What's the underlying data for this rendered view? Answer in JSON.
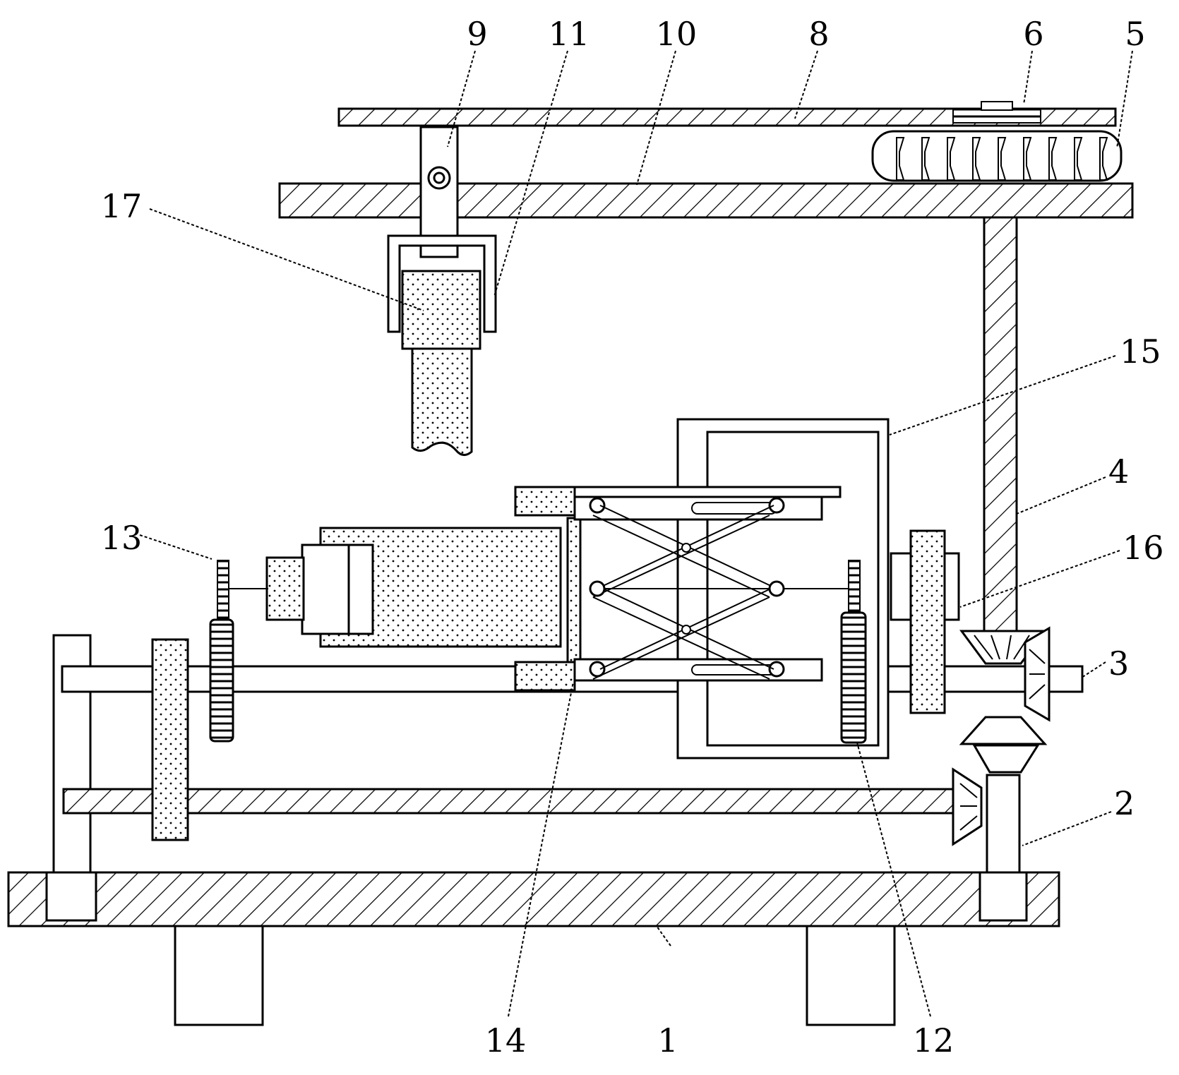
{
  "callouts": {
    "l1": "1",
    "l2": "2",
    "l3": "3",
    "l4": "4",
    "l5": "5",
    "l6": "6",
    "l8": "8",
    "l9": "9",
    "l10": "10",
    "l11": "11",
    "l12": "12",
    "l13": "13",
    "l14": "14",
    "l15": "15",
    "l16": "16",
    "l17": "17"
  },
  "colors": {
    "line": "#000000",
    "background": "#ffffff"
  }
}
